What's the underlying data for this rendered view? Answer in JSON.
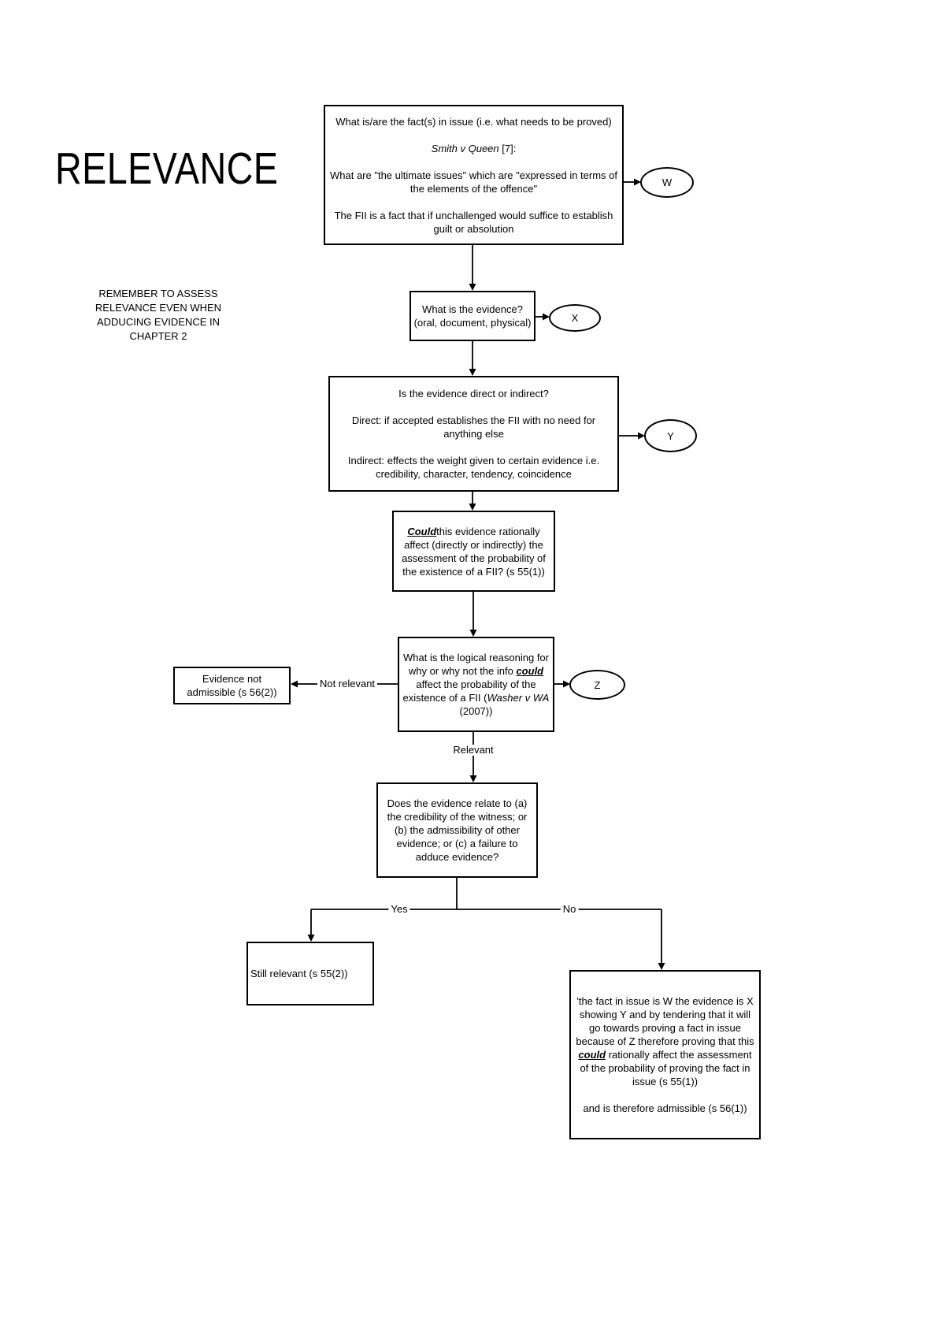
{
  "title": "RELEVANCE",
  "note_lines": [
    "REMEMBER TO ASSESS",
    "RELEVANCE EVEN WHEN",
    "ADDUCING EVIDENCE IN",
    "CHAPTER 2"
  ],
  "boxes": {
    "facts_in_issue": {
      "p1": "What is/are the fact(s) in issue (i.e. what needs to be proved)",
      "case": "Smith v Queen",
      "case_suffix": " [7]:",
      "p3": "What are \"the ultimate issues\" which are \"expressed in terms of the elements of the offence\"",
      "p4": "The FII is a fact that if unchallenged would suffice to establish guilt or absolution"
    },
    "evidence_type": {
      "text": "What is the evidence? (oral, document, physical)"
    },
    "direct_indirect": {
      "p1": "Is the evidence direct or indirect?",
      "p2": "Direct: if accepted establishes the FII with no need for anything else",
      "p3": "Indirect: effects the weight given to certain evidence i.e. credibility, character, tendency, coincidence"
    },
    "could_affect": {
      "could": "Could",
      "rest": "this evidence rationally affect (directly or indirectly) the assessment of the probability of the existence of a FII? (s 55(1))"
    },
    "logical_reasoning": {
      "lead": "What is the logical reasoning for why or why not the info ",
      "could": "could",
      "mid": " affect the probability of the existence of a FII (",
      "case": "Washer v WA",
      "tail": " (2007))"
    },
    "not_admissible": {
      "text": "Evidence not admissible (s 56(2))"
    },
    "relates_to": {
      "text": "Does the evidence relate to (a) the credibility of the witness; or (b) the admissibility of other evidence; or (c) a failure to adduce evidence?"
    },
    "still_relevant": {
      "text": "Still relevant (s 55(2))"
    },
    "conclusion": {
      "lead": "'the fact in issue is W the evidence is X showing Y and by tendering that it will go towards proving a fact in issue because of Z therefore proving that this ",
      "could": "could",
      "tail": " rationally affect the assessment of the probability of proving the fact in issue (s 55(1))",
      "p2": "and is therefore admissible (s 56(1))"
    }
  },
  "ellipses": {
    "w": "W",
    "x": "X",
    "y": "Y",
    "z": "Z"
  },
  "edge_labels": {
    "not_relevant": "Not relevant",
    "relevant": "Relevant",
    "yes": "Yes",
    "no": "No"
  }
}
